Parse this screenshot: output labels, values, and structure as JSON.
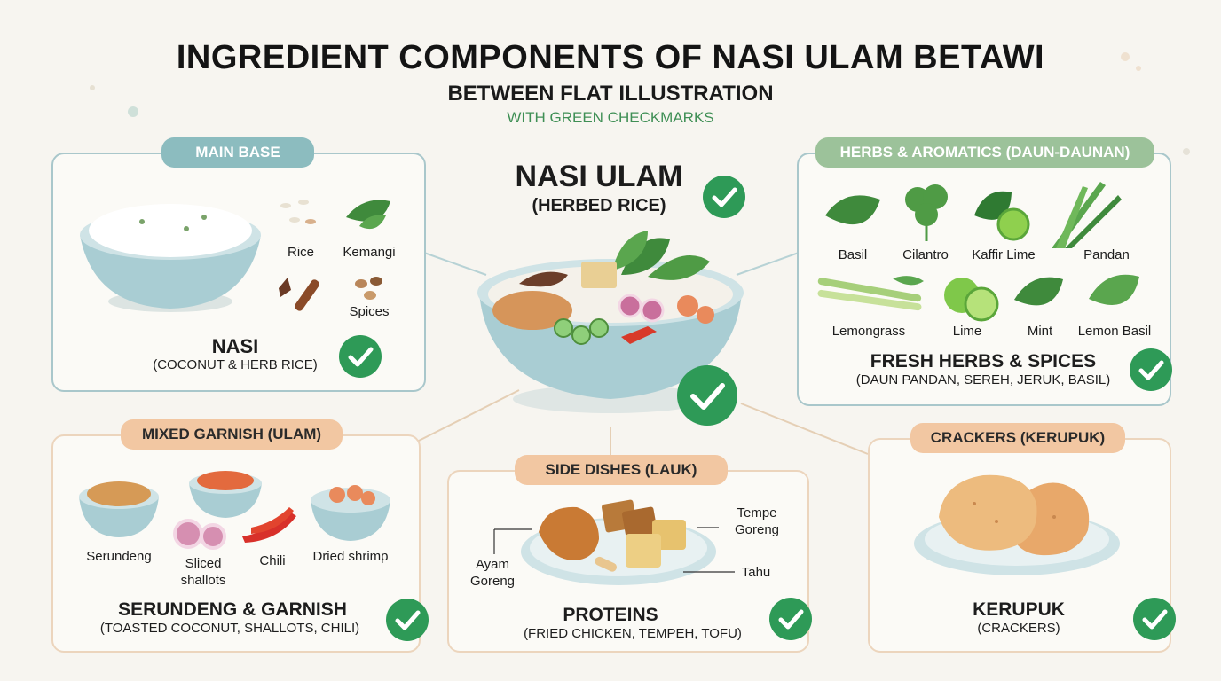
{
  "header": {
    "title": "INGREDIENT COMPONENTS OF NASI ULAM BETAWI",
    "subtitle": "BETWEEN FLAT ILLUSTRATION",
    "subtitle2": "WITH GREEN CHECKMARKS"
  },
  "center": {
    "title": "NASI ULAM",
    "subtitle": "(HERBED RICE)"
  },
  "main_base": {
    "pill": "MAIN BASE",
    "items": [
      "Rice",
      "Kemangi",
      "Spices"
    ],
    "heading": "NASI",
    "detail": "(COCONUT & HERB RICE)"
  },
  "herbs": {
    "pill": "HERBS & AROMATICS (DAUN-DAUNAN)",
    "row1": [
      "Basil",
      "Cilantro",
      "Kaffir Lime",
      "Pandan"
    ],
    "row2": [
      "Lemongrass",
      "Lime",
      "Mint",
      "Lemon Basil"
    ],
    "heading": "FRESH HERBS & SPICES",
    "detail": "(DAUN PANDAN, SEREH, JERUK, BASIL)"
  },
  "garnish": {
    "pill": "MIXED GARNISH (ULAM)",
    "items": [
      "Serundeng",
      "Sliced shallots",
      "Chili",
      "Dried shrimp"
    ],
    "heading": "SERUNDENG & GARNISH",
    "detail": "(TOASTED COCONUT, SHALLOTS, CHILI)"
  },
  "side": {
    "pill": "SIDE DISHES (LAUK)",
    "labels": {
      "tempe": "Tempe Goreng",
      "ayam": "Ayam Goreng",
      "tahu": "Tahu"
    },
    "heading": "PROTEINS",
    "detail": "(FRIED CHICKEN, TEMPEH, TOFU)"
  },
  "crackers": {
    "pill": "CRACKERS (KERUPUK)",
    "heading": "KERUPUK",
    "detail": "(CRACKERS)"
  },
  "colors": {
    "check": "#2e9a57",
    "teal": "#8cbcbf",
    "green_pill": "#9cc29a",
    "peach_pill": "#f2c7a2",
    "bowl": "#a9cdd3"
  }
}
